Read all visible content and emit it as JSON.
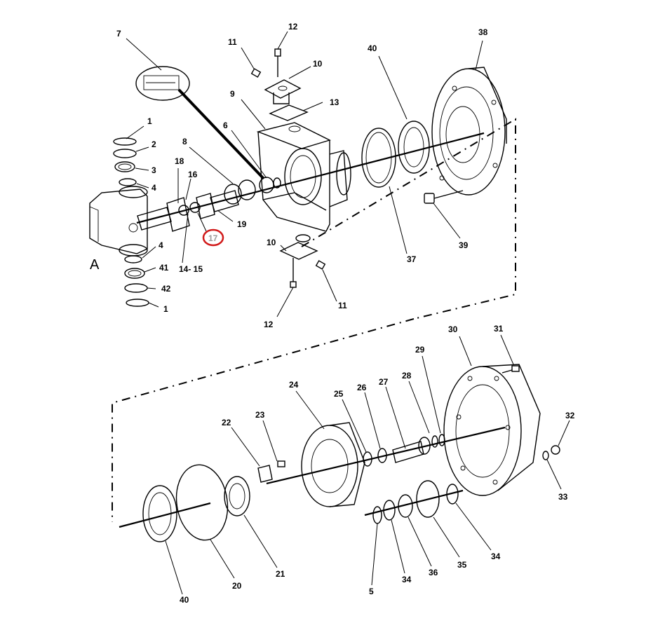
{
  "labels": {
    "assembly": "A",
    "p7": "7",
    "p11a": "11",
    "p12a": "12",
    "p10a": "10",
    "p40a": "40",
    "p38": "38",
    "p9": "9",
    "p13": "13",
    "p6": "6",
    "p1a": "1",
    "p2": "2",
    "p3": "3",
    "p4a": "4",
    "p8": "8",
    "p18": "18",
    "p16": "16",
    "p19": "19",
    "p17": "17",
    "p4b": "4",
    "p41": "41",
    "p1415": "14- 15",
    "p42": "42",
    "p1b": "1",
    "p10b": "10",
    "p11b": "11",
    "p12b": "12",
    "p37": "37",
    "p39": "39",
    "p30": "30",
    "p31": "31",
    "p29": "29",
    "p24": "24",
    "p25": "25",
    "p26": "26",
    "p27": "27",
    "p28": "28",
    "p22": "22",
    "p23": "23",
    "p32": "32",
    "p33": "33",
    "p40b": "40",
    "p20": "20",
    "p21": "21",
    "p34a": "34",
    "p34b": "34",
    "p36": "36",
    "p35": "35",
    "p5": "5"
  },
  "highlight": {
    "part": "17",
    "color": "#d11a1a"
  }
}
